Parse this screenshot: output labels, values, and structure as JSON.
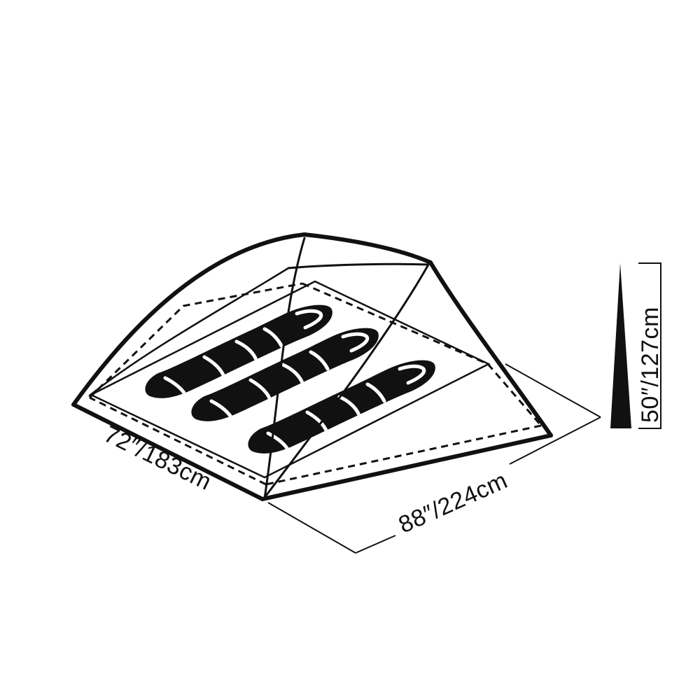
{
  "diagram": {
    "subject": "three-person-tent-floorplan",
    "colors": {
      "line": "#111111",
      "fill": "#111111",
      "background": "#ffffff",
      "bag_stripe": "#ffffff"
    },
    "dimensions": {
      "width_label": "72″/183cm",
      "length_label": "88″/224cm",
      "height_label": "50″/127cm"
    },
    "sleeping_bag_count": 3
  }
}
